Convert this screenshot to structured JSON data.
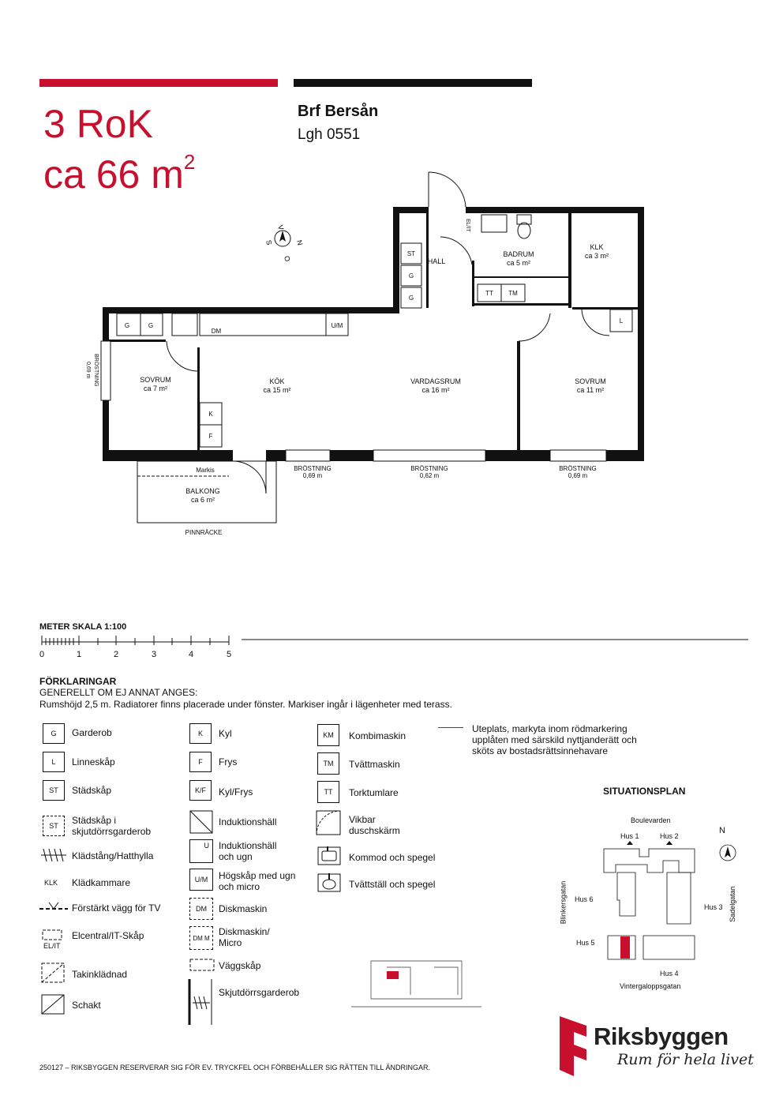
{
  "header": {
    "rooms": "3 RoK",
    "area_prefix": "ca 66 m",
    "area_sup": "2",
    "project": "Brf Bersån",
    "unit": "Lgh 0551"
  },
  "plan": {
    "compass": {
      "n": "N",
      "s": "S",
      "v": "V",
      "o": "O"
    },
    "rooms": {
      "hall": "HALL",
      "badrum": "BADRUM",
      "badrum_area": "ca 5 m²",
      "klk": "KLK",
      "klk_area": "ca 3 m²",
      "sovrum1": "SOVRUM",
      "sovrum1_area": "ca 7 m²",
      "kok": "KÖK",
      "kok_area": "ca 15 m²",
      "vardagsrum": "VARDAGSRUM",
      "vardagsrum_area": "ca 16 m²",
      "sovrum2": "SOVRUM",
      "sovrum2_area": "ca 11 m²",
      "balkong": "BALKONG",
      "balkong_area": "ca 6 m²"
    },
    "labels": {
      "elit": "EL/IT",
      "st": "ST",
      "g": "G",
      "l": "L",
      "dm": "DM",
      "um": "U/M",
      "k": "K",
      "f": "F",
      "tt": "TT",
      "tm": "TM",
      "markis": "Markis",
      "pinnracke": "PINNRÄCKE",
      "brostning": "BRÖSTNING",
      "brost_left": "0,69 m",
      "brost1": "0,69 m",
      "brost2": "0,62 m",
      "brost3": "0,69 m"
    }
  },
  "scale": {
    "title": "METER    SKALA 1:100",
    "ticks": [
      "0",
      "1",
      "2",
      "3",
      "4",
      "5"
    ]
  },
  "legend": {
    "heading": "FÖRKLARINGAR",
    "sub1": "GENERELLT OM EJ ANNAT ANGES:",
    "sub2": "Rumshöjd 2,5 m. Radiatorer finns placerade under fönster. Markiser ingår i lägenheter med terass.",
    "col1": [
      {
        "code": "G",
        "label": "Garderob"
      },
      {
        "code": "L",
        "label": "Linneskåp"
      },
      {
        "code": "ST",
        "label": "Städskåp"
      },
      {
        "code": "ST",
        "label": "Städskåp i skjutdörrsgarderob"
      },
      {
        "code": "",
        "label": "Klädstång/Hatthylla"
      },
      {
        "code": "KLK",
        "label": "Klädkammare"
      },
      {
        "code": "",
        "label": "Förstärkt vägg för TV"
      },
      {
        "code": "EL/IT",
        "label": "Elcentral/IT-Skåp"
      },
      {
        "code": "",
        "label": "Takinklädnad"
      },
      {
        "code": "",
        "label": "Schakt"
      }
    ],
    "col2": [
      {
        "code": "K",
        "label": "Kyl"
      },
      {
        "code": "F",
        "label": "Frys"
      },
      {
        "code": "K/F",
        "label": "Kyl/Frys"
      },
      {
        "code": "",
        "label": "Induktionshäll"
      },
      {
        "code": "U",
        "label": "Induktionshäll och ugn"
      },
      {
        "code": "U/M",
        "label": "Högskåp med ugn och micro"
      },
      {
        "code": "DM",
        "label": "Diskmaskin"
      },
      {
        "code": "DM M",
        "label": "Diskmaskin/ Micro"
      },
      {
        "code": "",
        "label": "Väggskåp"
      },
      {
        "code": "",
        "label": "Skjutdörrsgarderob"
      }
    ],
    "col3": [
      {
        "code": "KM",
        "label": "Kombimaskin"
      },
      {
        "code": "TM",
        "label": "Tvättmaskin"
      },
      {
        "code": "TT",
        "label": "Torktumlare"
      },
      {
        "code": "",
        "label": "Vikbar duschskärm"
      },
      {
        "code": "",
        "label": "Kommod och spegel"
      },
      {
        "code": "",
        "label": "Tvättställ och spegel"
      }
    ],
    "uteplats": "Uteplats, markyta inom rödmarkering upplåten med särskild nyttjanderätt och sköts av bostadsrättsinnehavare"
  },
  "situation": {
    "title": "SITUATIONSPLAN",
    "boulevarden": "Boulevarden",
    "hus1": "Hus 1",
    "hus2": "Hus 2",
    "hus3": "Hus 3",
    "hus4": "Hus 4",
    "hus5": "Hus 5",
    "hus6": "Hus 6",
    "blinkersgatan": "Blinkersgatan",
    "sadelgatan": "Sadelgatan",
    "vintergaloppsgatan": "Vintergaloppsgatan",
    "north": "N"
  },
  "footer": "250127 – RIKSBYGGEN RESERVERAR SIG FÖR EV. TRYCKFEL OCH FÖRBEHÅLLER SIG RÄTTEN TILL ÄNDRINGAR.",
  "logo": {
    "name": "Riksbyggen",
    "slogan": "Rum för hela livet"
  },
  "colors": {
    "brand_red": "#c8102e",
    "black": "#111111"
  }
}
